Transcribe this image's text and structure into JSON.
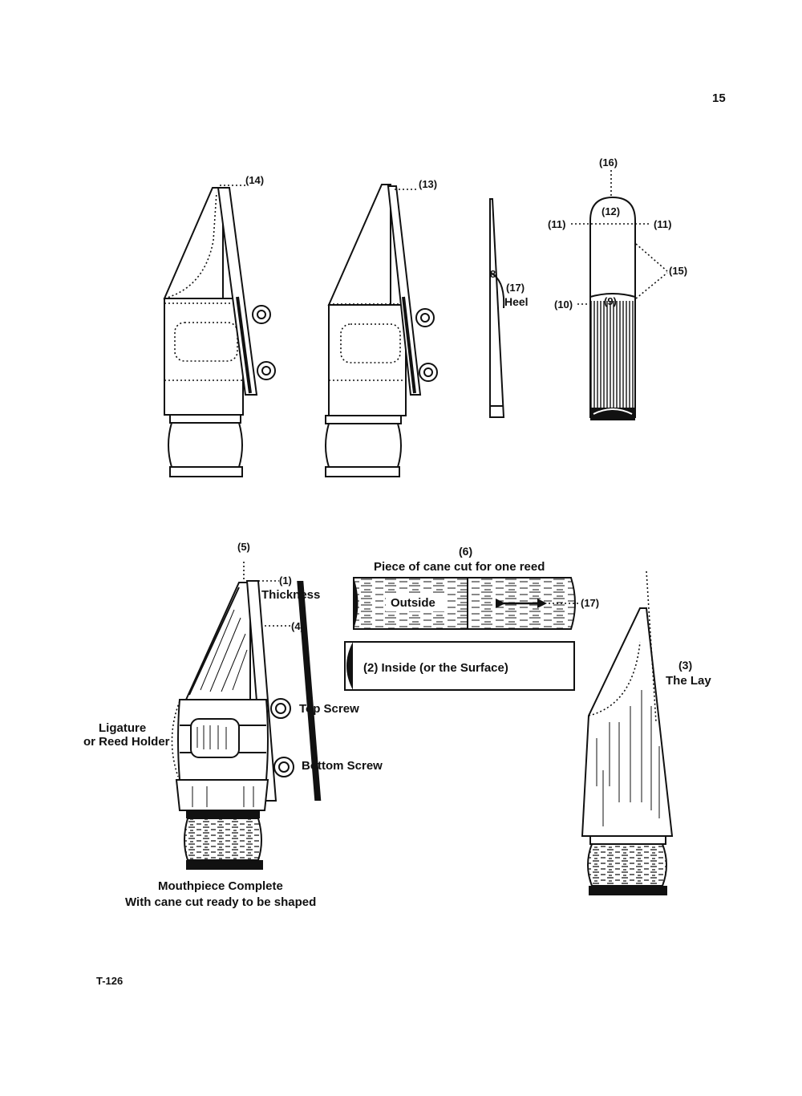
{
  "page": {
    "number": "15",
    "footer_code": "T-126"
  },
  "top_row": {
    "fig1_callout": "(14)",
    "fig2_callout": "(13)",
    "reed_side": {
      "mark": "8",
      "heel_num": "(17)",
      "heel_label": "Heel"
    },
    "reed_front": {
      "tip": "(16)",
      "tip_inner": "(12)",
      "corner_left": "(11)",
      "corner_right": "(11)",
      "sides": "(15)",
      "heel_left": "(10)",
      "heel_center": "(9)"
    }
  },
  "bottom_row": {
    "complete": {
      "tip_callout": "(5)",
      "thickness_num": "(1)",
      "thickness_label": "Thickness",
      "callout_4": "(4)",
      "ligature_line1": "Ligature",
      "ligature_line2": "or Reed Holder",
      "top_screw": "Top Screw",
      "bottom_screw": "Bottom Screw",
      "caption_line1": "Mouthpiece Complete",
      "caption_line2": "With cane cut ready to be shaped"
    },
    "cane": {
      "num": "(6)",
      "title": "Piece of cane cut for one reed",
      "outside_label": "Outside",
      "arrow_callout": "(17)",
      "inside_label": "(2) Inside (or the Surface)"
    },
    "lay": {
      "num": "(3)",
      "label": "The Lay"
    }
  },
  "colors": {
    "ink": "#111111",
    "paper": "#ffffff"
  }
}
